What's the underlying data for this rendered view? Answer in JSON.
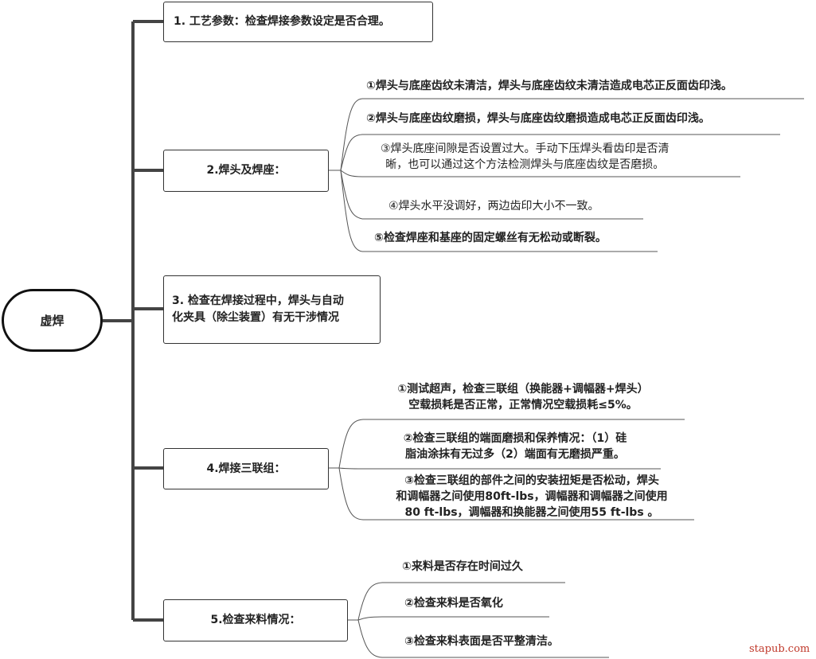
{
  "root": {
    "label": "虚焊"
  },
  "branches": [
    {
      "label": "1. 工艺参数：检查焊接参数设定是否合理。",
      "children": []
    },
    {
      "label": "2.焊头及焊座：",
      "children": [
        [
          "①焊头与底座齿纹未清洁，焊头与底座齿纹未清洁造成电芯正反面齿印浅。"
        ],
        [
          "②焊头与底座齿纹磨损，焊头与底座齿纹磨损造成电芯正反面齿印浅。"
        ],
        [
          "③焊头底座间隙是否设置过大。手动下压焊头看齿印是否清",
          "晰，也可以通过这个方法检测焊头与底座齿纹是否磨损。"
        ],
        [
          "④焊头水平没调好，两边齿印大小不一致。"
        ],
        [
          "⑤检查焊座和基座的固定螺丝有无松动或断裂。"
        ]
      ]
    },
    {
      "label": [
        "3. 检查在焊接过程中，焊头与自动",
        "化夹具（除尘装置）有无干涉情况"
      ],
      "children": []
    },
    {
      "label": "4.焊接三联组：",
      "children": [
        [
          "①测试超声，检查三联组（换能器+调幅器+焊头）",
          "空载损耗是否正常，正常情况空载损耗≤5%。"
        ],
        [
          "②检查三联组的端面磨损和保养情况：（1）硅",
          "脂油涂抹有无过多（2）端面有无磨损严重。"
        ],
        [
          "③检查三联组的部件之间的安装扭矩是否松动，焊头",
          "和调幅器之间使用80ft-lbs，调幅器和调幅器之间使用",
          "80 ft-lbs，调幅器和换能器之间使用55 ft-lbs 。"
        ]
      ]
    },
    {
      "label": "5.检查来料情况：",
      "children": [
        [
          "①来料是否存在时间过久"
        ],
        [
          "②检查来料是否氧化"
        ],
        [
          "③检查来料表面是否平整清洁。"
        ]
      ]
    }
  ],
  "watermark": "stapub.com",
  "colors": {
    "trunk": "#444444",
    "link": "#555555"
  }
}
